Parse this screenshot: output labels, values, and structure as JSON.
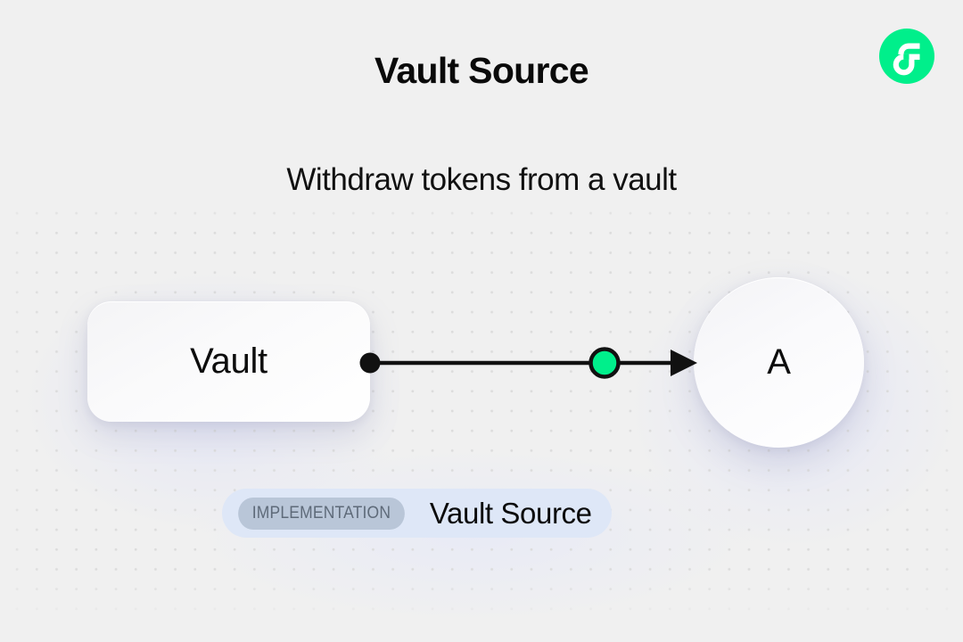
{
  "header": {
    "title": "Vault Source",
    "subtitle": "Withdraw tokens from a vault",
    "logo_icon": "flow-logo-icon",
    "logo_color": "#00ef8b"
  },
  "diagram": {
    "background_color": "#f0f0f0",
    "dot_color": "#dcdcdc",
    "nodes": [
      {
        "id": "vault",
        "label": "Vault",
        "shape": "rounded-rect"
      },
      {
        "id": "a",
        "label": "A",
        "shape": "circle"
      }
    ],
    "edge": {
      "source_handle_icon": "source-dot-icon",
      "midpoint_icon": "edge-midpoint-node-icon",
      "arrow_icon": "arrow-head-icon",
      "stroke_color": "#111111",
      "midpoint_color": "#00ef8b"
    }
  },
  "badge": {
    "tag": "IMPLEMENTATION",
    "name": "Vault Source",
    "background_color": "#dee7f7",
    "tag_background_color": "#b9c6d8",
    "tag_text_color": "#5e6a79"
  }
}
